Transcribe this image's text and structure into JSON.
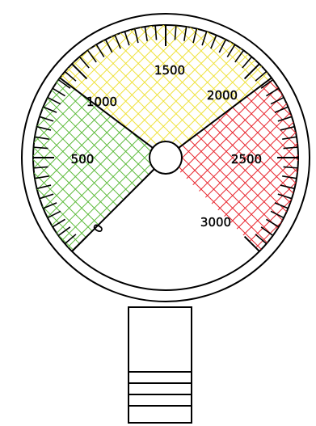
{
  "gauge": {
    "scale_labels": [
      "0",
      "500",
      "1000",
      "1500",
      "2000",
      "2500",
      "3000"
    ],
    "zones": [
      {
        "name": "green",
        "color": "#5dbb3b"
      },
      {
        "name": "yellow",
        "color": "#efe23a"
      },
      {
        "name": "red",
        "color": "#e8232b"
      }
    ],
    "outline_color": "#000000"
  }
}
